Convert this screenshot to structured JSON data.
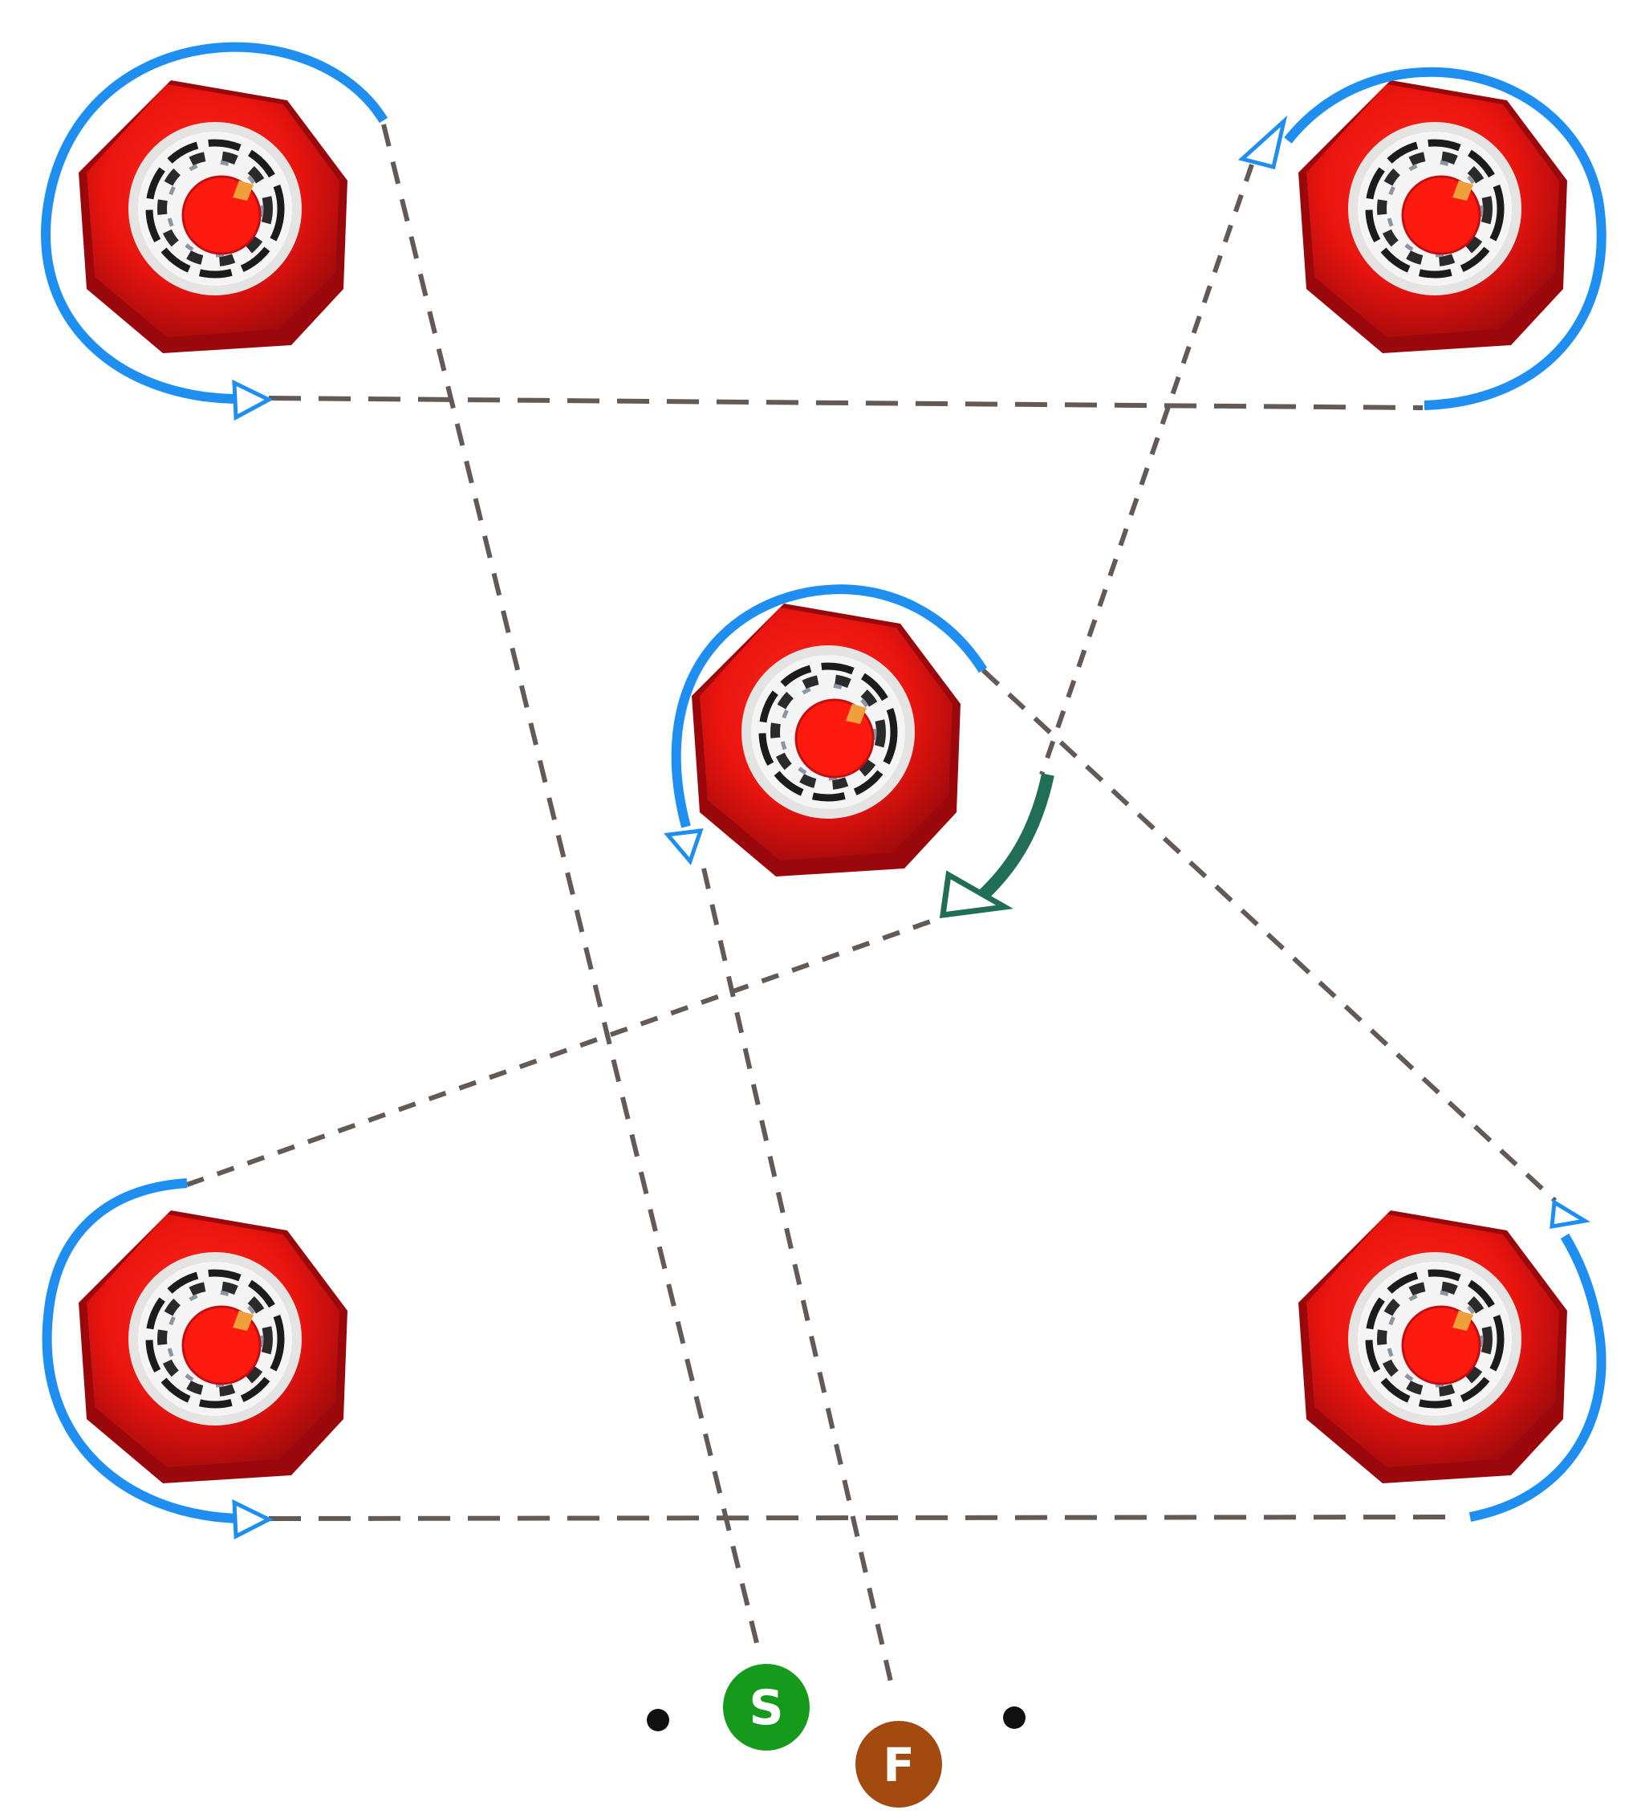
{
  "diagram": {
    "cones": [
      {
        "id": "top-left"
      },
      {
        "id": "top-right"
      },
      {
        "id": "center"
      },
      {
        "id": "bottom-left"
      },
      {
        "id": "bottom-right"
      }
    ],
    "markers": {
      "start": {
        "label": "S",
        "color": "#159a1b"
      },
      "finish": {
        "label": "F",
        "color": "#a24a0f"
      }
    },
    "colors": {
      "loop_arrow": "#1e8ff0",
      "transition_arrow": "#1f6e55",
      "path_dash": "#635955",
      "cone_red": "#ff1a0f",
      "cone_dark": "#b50c10"
    }
  }
}
